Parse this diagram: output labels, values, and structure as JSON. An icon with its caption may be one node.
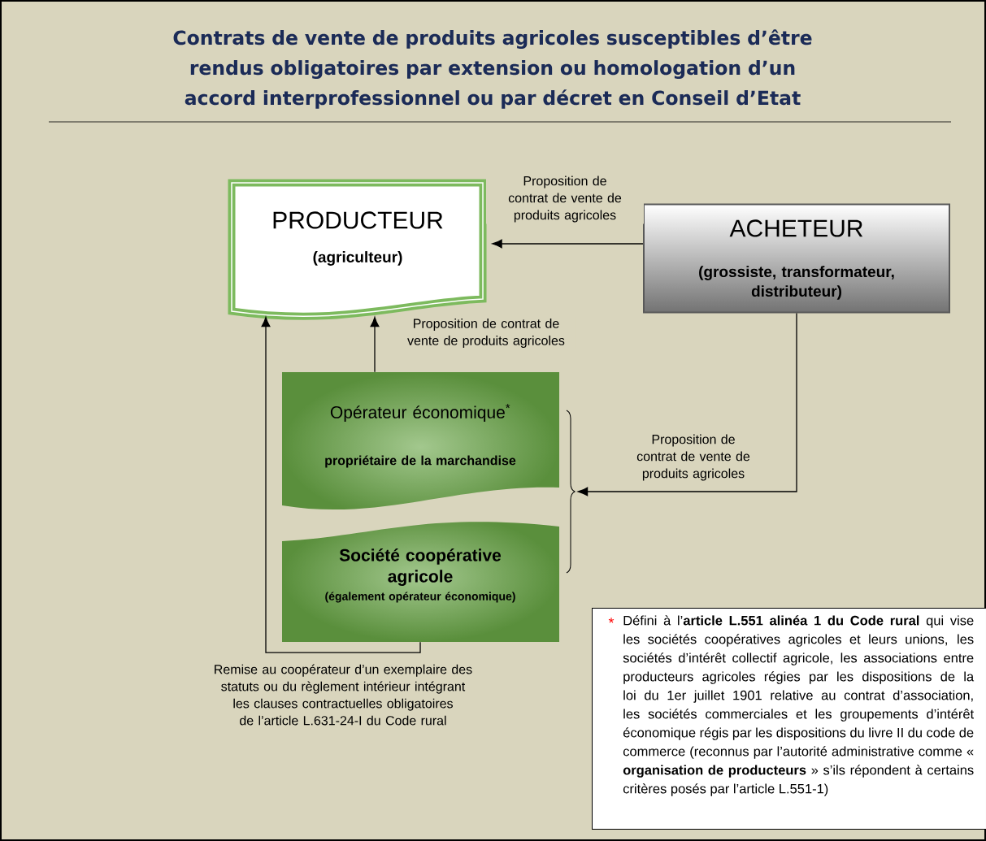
{
  "diagram": {
    "title": "Contrats de vente de produits agricoles susceptibles d’être rendus obligatoires par extension ou homologation d’un accord interprofessionnel ou par décret en Conseil d’Etat",
    "nodes": [
      {
        "text": [
          "PRODUCTEUR",
          "(agriculteur)"
        ]
      },
      {
        "text": [
          "ACHETEUR",
          "(grossiste, transformateur, distributeur)"
        ]
      },
      {
        "text": [
          "Opérateur économique$^{*}$",
          "propriétaire de la marchandise"
        ]
      },
      {
        "text": [
          "Société coopérative agricole",
          "(également opérateur économique)"
        ]
      },
      {
        "text": [],
        "shape": "bracket"
      },
      {
        "text": [
          "*",
          "Défini à l’**article L.551 alinéa 1 du Code rural** qui vise les sociétés coopératives agricoles et leurs unions, les sociétés d’intérêt collectif agricole, les associations entre producteurs agricoles régies par les dispositions de la loi du 1er juillet 1901 relative au contrat d’association, les sociétés commerciales et les groupements d’intérêt économique régis par les dispositions du livre II du code de commerce (reconnus par l’autorité administrative comme « **organisation de producteurs** » s’ils répondent à certains critères posés par l’article L.551-1)"
        ]
      }
    ],
    "edges": [
      {
        "from": 1,
        "to": 0,
        "arrow": "to",
        "label": "Proposition de contrat de vente de produits agricoles"
      },
      {
        "from": 2,
        "to": 0,
        "arrow": "to",
        "label": "Proposition de contrat de vente de produits agricoles"
      },
      {
        "from": 1,
        "to": 4,
        "arrow": "to",
        "label": "Proposition de contrat de vente de produits agricoles"
      },
      {
        "from": 3,
        "to": 0,
        "arrow": "to",
        "label": "Remise au coopérateur d’un exemplaire des statuts ou du règlement intérieur intégrant les clauses contractuelles obligatoires de l’article L.631-24-I du Code rural"
      }
    ]
  }
}
